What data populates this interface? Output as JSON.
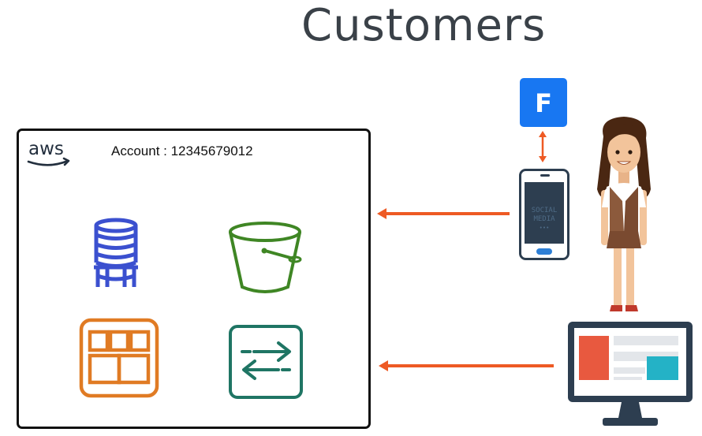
{
  "title": "Customers",
  "account_box": {
    "label": "Account : 12345679012",
    "logo_text": "aws"
  },
  "services": [
    {
      "icon": "database-icon",
      "color": "#3b50cf"
    },
    {
      "icon": "bucket-icon",
      "color": "#3f8624"
    },
    {
      "icon": "table-icon",
      "color": "#e07b24"
    },
    {
      "icon": "transfer-icon",
      "color": "#1f7564"
    }
  ],
  "phone": {
    "badge_letter": "F",
    "screen_text": [
      "SOCIAL",
      "MEDIA",
      "•••"
    ]
  },
  "colors": {
    "arrow": "#ee5a24",
    "badge": "#1877f2",
    "title": "#3a4148",
    "monitor_frame": "#2d3e50"
  }
}
